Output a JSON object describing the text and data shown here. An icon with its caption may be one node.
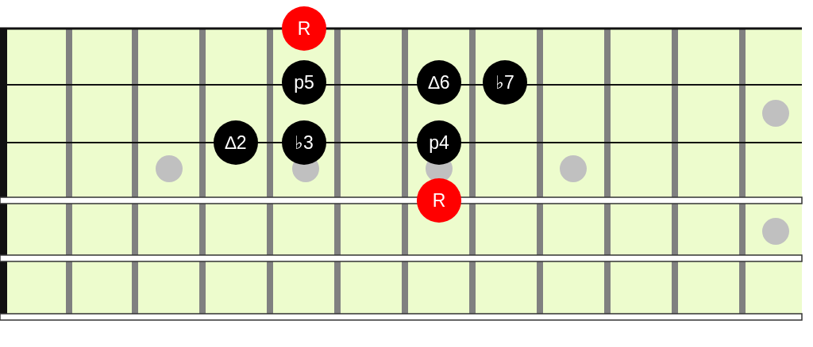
{
  "diagram": {
    "nodes": [
      {
        "text": [
          "R"
        ]
      },
      {
        "text": [
          "p5"
        ]
      },
      {
        "text": [
          "∆6"
        ]
      },
      {
        "text": [
          "♭7"
        ]
      },
      {
        "text": [
          "∆2"
        ]
      },
      {
        "text": [
          "♭3"
        ]
      },
      {
        "text": [
          "p4"
        ]
      },
      {
        "text": [
          "R"
        ]
      }
    ]
  }
}
